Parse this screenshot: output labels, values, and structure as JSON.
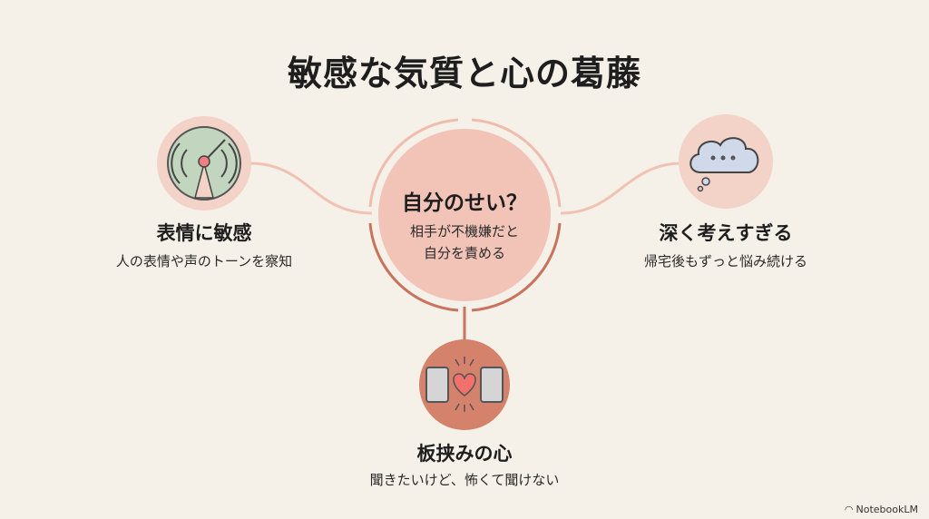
{
  "title": "敏感な気質と心の葛藤",
  "center": {
    "title": "自分のせい？",
    "lines": [
      "相手が不機嫌だと",
      "自分を責める"
    ]
  },
  "nodes": [
    {
      "icon": "radar-icon",
      "title": "表情に敏感",
      "subtitle": "人の表情や声のトーンを察知"
    },
    {
      "icon": "thought-cloud-icon",
      "title": "深く考えすぎる",
      "subtitle": "帰宅後もずっと悩み続ける"
    },
    {
      "icon": "squeezed-heart-icon",
      "title": "板挟みの心",
      "subtitle": "聞きたいけど、怖くて聞けない"
    }
  ],
  "brand": "NotebookLM",
  "colors": {
    "background": "#f6f1e8",
    "center_fill": "#f2c4b8",
    "ring_dark": "#c9725e",
    "ring_light": "#f0bcae",
    "bottom_node": "#d4826c",
    "node_bg": "#f3d3c8"
  }
}
